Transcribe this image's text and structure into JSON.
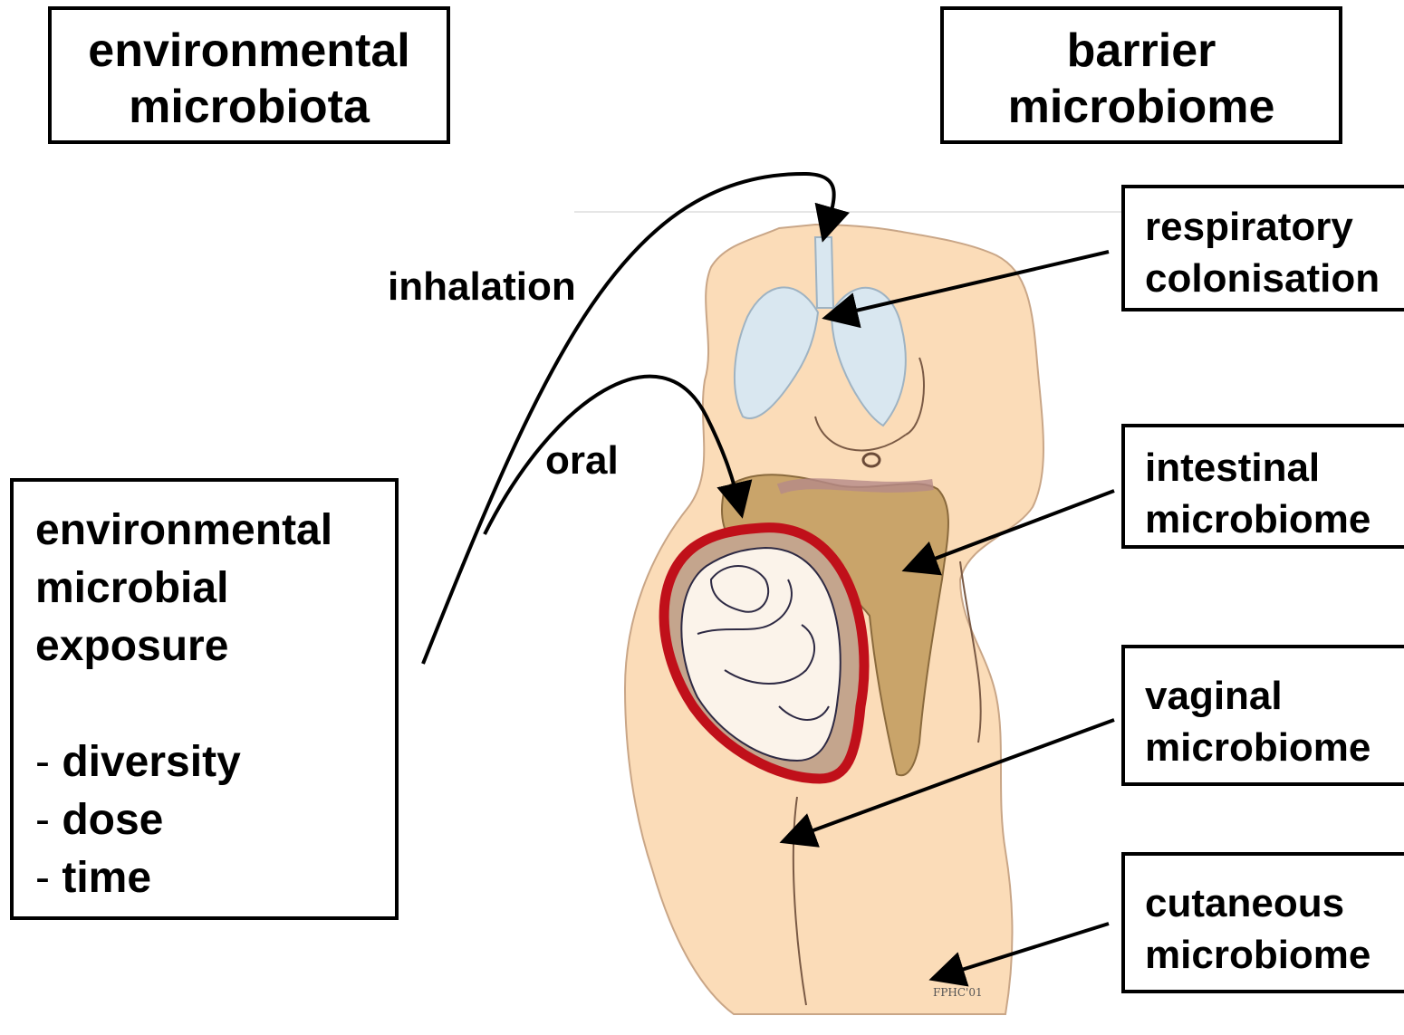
{
  "boxes": {
    "environmental_microbiota": [
      "environmental",
      "microbiota"
    ],
    "barrier_microbiome": [
      "barrier",
      "microbiome"
    ],
    "exposure": {
      "lines": [
        "environmental",
        "microbial",
        "exposure"
      ],
      "bullets": [
        "diversity",
        "dose",
        "time"
      ],
      "bullet_marker": "-"
    },
    "respiratory": [
      "respiratory",
      "colonisation"
    ],
    "intestinal": [
      "intestinal",
      "microbiome"
    ],
    "vaginal": [
      "vaginal",
      "microbiome"
    ],
    "cutaneous": [
      "cutaneous",
      "microbiome"
    ]
  },
  "routes": {
    "inhalation": "inhalation",
    "oral": "oral"
  },
  "colors": {
    "skin": "#fbdcb8",
    "lungs": "#d9e7f0",
    "intestine": "#c9a46a",
    "uterus_wall": "#c0101a",
    "outline": "#4a3a30"
  },
  "artist_signature": "FPHC'01"
}
